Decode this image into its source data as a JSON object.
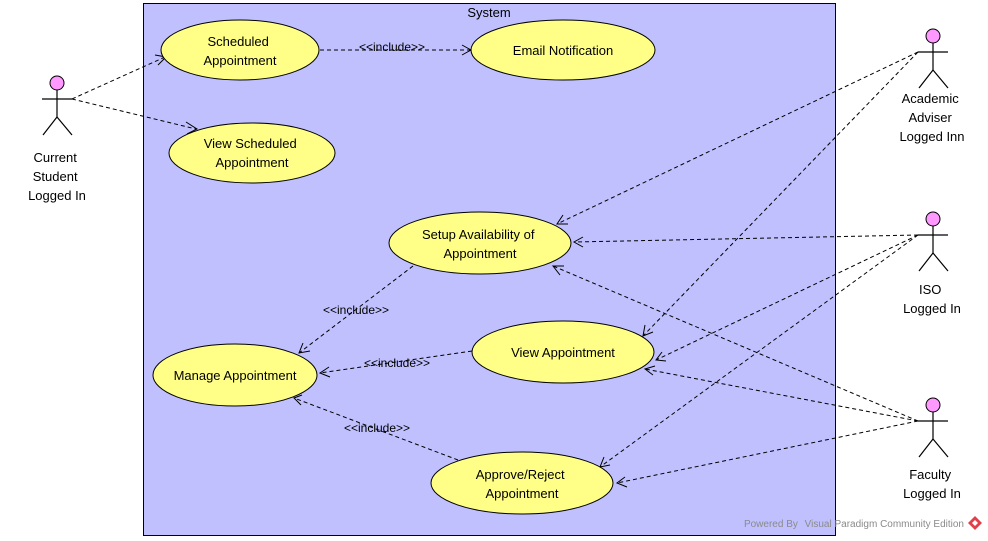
{
  "system": {
    "title": "System"
  },
  "use_cases": {
    "scheduled": [
      "Scheduled",
      "Appointment"
    ],
    "email": [
      "Email Notification"
    ],
    "view_scheduled": [
      "View Scheduled",
      "Appointment"
    ],
    "setup": [
      "Setup Availability of",
      "Appointment"
    ],
    "manage": [
      "Manage Appointment"
    ],
    "view": [
      "View Appointment"
    ],
    "approve": [
      "Approve/Reject",
      "Appointment"
    ]
  },
  "actors": {
    "student": [
      "Current",
      "Student",
      "Logged In"
    ],
    "adviser": [
      "Academic",
      "Adviser",
      "Logged Inn"
    ],
    "iso": [
      "ISO",
      "Logged In"
    ],
    "faculty": [
      "Faculty",
      "Logged In"
    ]
  },
  "include_label": "<<include>>",
  "watermark": {
    "prefix": "Powered By",
    "product": "Visual Paradigm Community Edition"
  },
  "colors": {
    "system_fill": "#c0c0ff",
    "use_case_fill": "#ffff88",
    "actor_head": "#ff99ff",
    "watermark_icon": "#e0404a"
  }
}
